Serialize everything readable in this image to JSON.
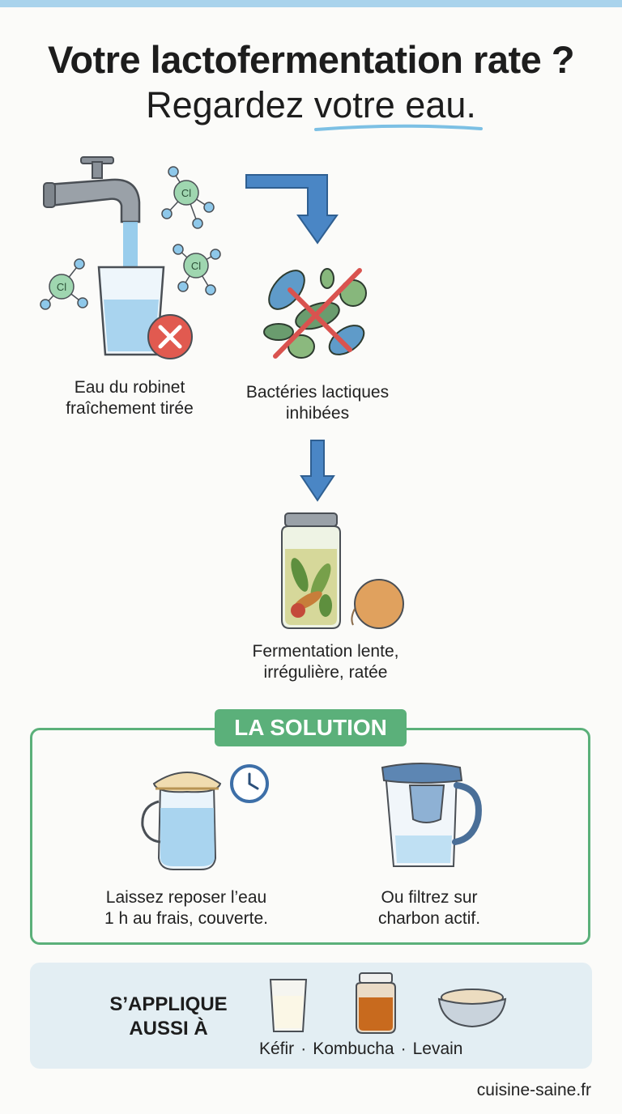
{
  "header": {
    "title": "Votre lactofermentation rate ?",
    "subtitle": "Regardez votre eau."
  },
  "problem": {
    "tap_caption_line1": "Eau du robinet",
    "tap_caption_line2": "fraîchement tirée",
    "bacteria_caption_line1": "Bactéries lactiques",
    "bacteria_caption_line2": "inhibées",
    "ferment_caption_line1": "Fermentation lente,",
    "ferment_caption_line2": "irrégulière, ratée",
    "chlorine_symbol": "Cl"
  },
  "solution": {
    "label": "LA SOLUTION",
    "rest_line1": "Laissez reposer l’eau",
    "rest_line2": "1 h au frais, couverte.",
    "filter_line1": "Ou filtrez sur",
    "filter_line2": "charbon actif."
  },
  "also": {
    "label_line1": "S’APPLIQUE",
    "label_line2": "AUSSI À",
    "items": [
      "Kéfir",
      "Kombucha",
      "Levain"
    ],
    "separator": "·"
  },
  "footer": {
    "site": "cuisine-saine.fr"
  },
  "colors": {
    "accent_blue": "#4a86c5",
    "solution_green": "#5bb07a",
    "error_red": "#d9534f",
    "top_bar": "#a9d3ec"
  }
}
